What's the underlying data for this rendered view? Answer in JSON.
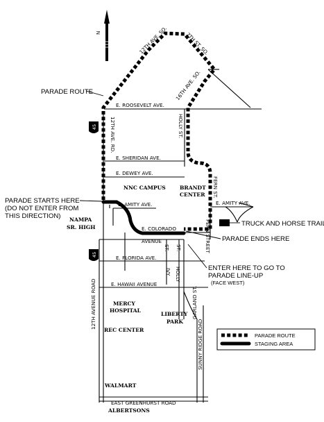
{
  "north_label": "N",
  "streets": {
    "ave_12th_so": "12TH AVE. SO.",
    "st_7th_so": "7TH ST. SO.",
    "ave_16th_so": "16TH AVE. SO.",
    "roosevelt": "E. ROOSEVELT AVE.",
    "rd_12th_ave": "12TH AVE. RD.",
    "holly_upper": "HOLLY ST.",
    "sheridan": "E. SHERIDAN AVE.",
    "dewey": "E. DEWEY AVE.",
    "amity_left": "E. AMITY AVE.",
    "amity_right": "E. AMITY AVE.",
    "fern_upper": "FERN ST.",
    "fern_lower": "FERN STREET",
    "colorado": "E. COLORADO",
    "avenue": "AVENUE",
    "st_vertical": "ST.",
    "florida": "E. FLORIDA AVE.",
    "ivy": "IVY",
    "holly_lower": "HOLLY",
    "hawaii": "E. HAWAII AVENUE",
    "avenue_12th_road": "12TH AVENUE ROAD",
    "garland": "GARLAND ST.",
    "sunny_ridge": "SUNNY RIDGE ROAD",
    "greenhurst": "EAST GREENHURST ROAD",
    "highway_shield": "45"
  },
  "places": {
    "nnc_campus": "NNC CAMPUS",
    "brandt_1": "BRANDT",
    "brandt_2": "CENTER",
    "nampa_1": "NAMPA",
    "nampa_2": "SR. HIGH",
    "mercy_1": "MERCY",
    "mercy_2": "HOSPITAL",
    "liberty_1": "LIBERTY",
    "liberty_2": "PARK",
    "rec_center": "REC CENTER",
    "walmart": "WALMART",
    "albertsons": "ALBERTSONS"
  },
  "callouts": {
    "parade_route": "PARADE ROUTE",
    "starts_1": "PARADE STARTS HERE",
    "starts_2": "(DO NOT ENTER FROM",
    "starts_3": "THIS DIRECTION)",
    "truck_trailer": "TRUCK AND HORSE TRAILER",
    "ends_here": "PARADE ENDS HERE",
    "enter_1": "ENTER HERE TO GO TO",
    "enter_2": "PARADE LINE-UP",
    "enter_3": "(FACE WEST)"
  },
  "legend": {
    "route": "PARADE ROUTE",
    "staging": "STAGING AREA"
  }
}
